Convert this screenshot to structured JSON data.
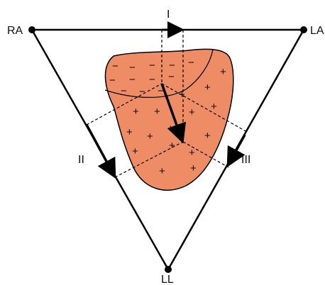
{
  "diagram": {
    "nodes": {
      "ra": "RA",
      "la": "LA",
      "ll": "LL"
    },
    "leads": {
      "lead_i": "I",
      "lead_ii": "II",
      "lead_iii": "III"
    },
    "signs": {
      "negative": "−",
      "positive": "+"
    },
    "colors": {
      "heart_fill": "#ee8c66",
      "line": "#000000"
    }
  }
}
